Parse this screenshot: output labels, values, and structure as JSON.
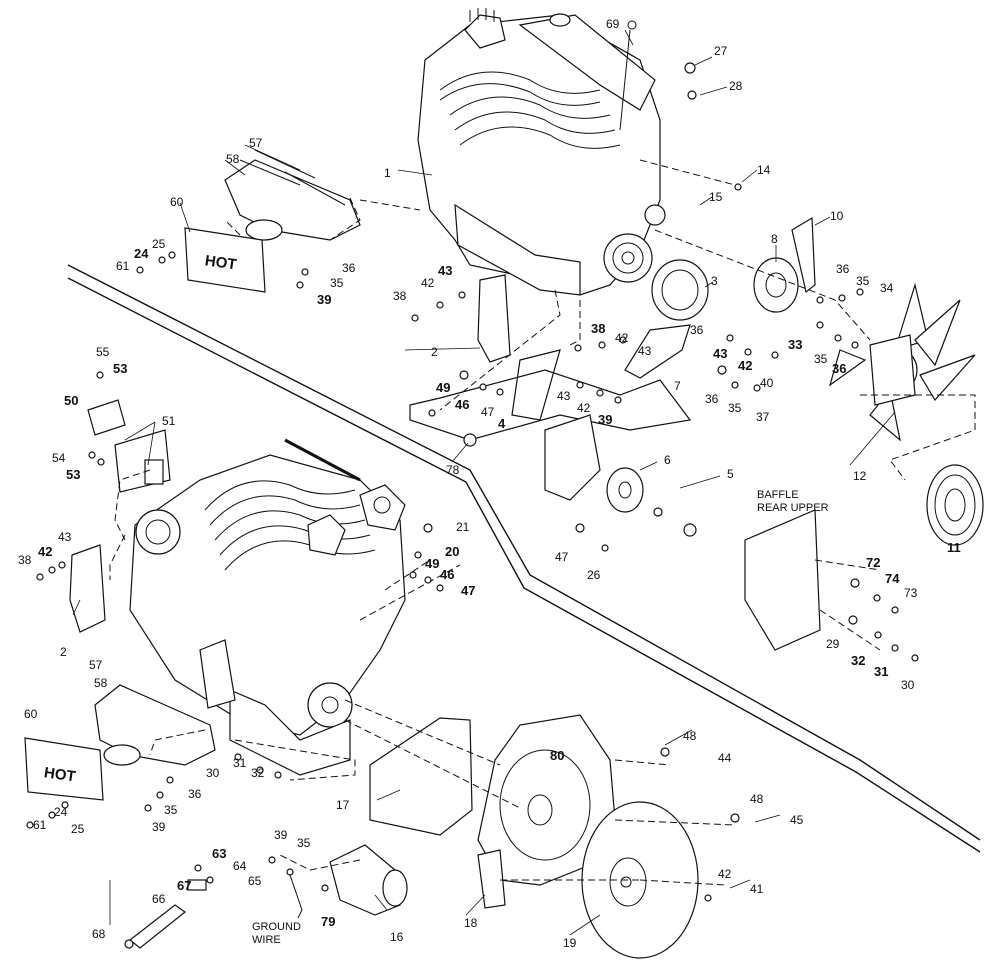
{
  "diagram": {
    "labels": {
      "baffle_line1": "BAFFLE",
      "baffle_line2": "REAR UPPER",
      "ground_line1": "GROUND",
      "ground_line2": "WIRE",
      "hot_upper": "HOT",
      "hot_lower": "HOT"
    },
    "callouts": [
      {
        "text": "69",
        "bold": false
      },
      {
        "text": "27",
        "bold": false
      },
      {
        "text": "28",
        "bold": false
      },
      {
        "text": "1",
        "bold": false
      },
      {
        "text": "14",
        "bold": false
      },
      {
        "text": "15",
        "bold": false
      },
      {
        "text": "10",
        "bold": false
      },
      {
        "text": "8",
        "bold": false
      },
      {
        "text": "3",
        "bold": false
      },
      {
        "text": "57",
        "bold": false
      },
      {
        "text": "58",
        "bold": false
      },
      {
        "text": "60",
        "bold": false
      },
      {
        "text": "25",
        "bold": false
      },
      {
        "text": "24",
        "bold": true
      },
      {
        "text": "61",
        "bold": false
      },
      {
        "text": "36",
        "bold": false
      },
      {
        "text": "35",
        "bold": false
      },
      {
        "text": "39",
        "bold": true
      },
      {
        "text": "43",
        "bold": true
      },
      {
        "text": "42",
        "bold": false
      },
      {
        "text": "38",
        "bold": false
      },
      {
        "text": "2",
        "bold": false
      },
      {
        "text": "38",
        "bold": true
      },
      {
        "text": "42",
        "bold": false
      },
      {
        "text": "43",
        "bold": false
      },
      {
        "text": "36",
        "bold": false
      },
      {
        "text": "7",
        "bold": false
      },
      {
        "text": "43",
        "bold": true
      },
      {
        "text": "42",
        "bold": true
      },
      {
        "text": "40",
        "bold": false
      },
      {
        "text": "36",
        "bold": false
      },
      {
        "text": "35",
        "bold": false
      },
      {
        "text": "37",
        "bold": false
      },
      {
        "text": "36",
        "bold": false
      },
      {
        "text": "35",
        "bold": false
      },
      {
        "text": "34",
        "bold": false
      },
      {
        "text": "33",
        "bold": true
      },
      {
        "text": "35",
        "bold": false
      },
      {
        "text": "36",
        "bold": true
      },
      {
        "text": "12",
        "bold": false
      },
      {
        "text": "11",
        "bold": true
      },
      {
        "text": "55",
        "bold": false
      },
      {
        "text": "53",
        "bold": true
      },
      {
        "text": "50",
        "bold": true
      },
      {
        "text": "51",
        "bold": false
      },
      {
        "text": "54",
        "bold": false
      },
      {
        "text": "53",
        "bold": true
      },
      {
        "text": "49",
        "bold": true
      },
      {
        "text": "46",
        "bold": true
      },
      {
        "text": "47",
        "bold": false
      },
      {
        "text": "4",
        "bold": true
      },
      {
        "text": "43",
        "bold": false
      },
      {
        "text": "42",
        "bold": false
      },
      {
        "text": "39",
        "bold": true
      },
      {
        "text": "78",
        "bold": false
      },
      {
        "text": "6",
        "bold": false
      },
      {
        "text": "5",
        "bold": false
      },
      {
        "text": "47",
        "bold": false
      },
      {
        "text": "26",
        "bold": false
      },
      {
        "text": "21",
        "bold": false
      },
      {
        "text": "20",
        "bold": true
      },
      {
        "text": "49",
        "bold": true
      },
      {
        "text": "46",
        "bold": true
      },
      {
        "text": "47",
        "bold": true
      },
      {
        "text": "72",
        "bold": true
      },
      {
        "text": "74",
        "bold": true
      },
      {
        "text": "73",
        "bold": false
      },
      {
        "text": "29",
        "bold": false
      },
      {
        "text": "32",
        "bold": true
      },
      {
        "text": "31",
        "bold": true
      },
      {
        "text": "30",
        "bold": false
      },
      {
        "text": "38",
        "bold": false
      },
      {
        "text": "42",
        "bold": true
      },
      {
        "text": "43",
        "bold": false
      },
      {
        "text": "2",
        "bold": false
      },
      {
        "text": "57",
        "bold": false
      },
      {
        "text": "58",
        "bold": false
      },
      {
        "text": "60",
        "bold": false
      },
      {
        "text": "61",
        "bold": false
      },
      {
        "text": "24",
        "bold": false
      },
      {
        "text": "25",
        "bold": false
      },
      {
        "text": "35",
        "bold": false
      },
      {
        "text": "36",
        "bold": false
      },
      {
        "text": "39",
        "bold": false
      },
      {
        "text": "30",
        "bold": false
      },
      {
        "text": "31",
        "bold": false
      },
      {
        "text": "32",
        "bold": false
      },
      {
        "text": "17",
        "bold": false
      },
      {
        "text": "48",
        "bold": false
      },
      {
        "text": "44",
        "bold": false
      },
      {
        "text": "80",
        "bold": true
      },
      {
        "text": "48",
        "bold": false
      },
      {
        "text": "45",
        "bold": false
      },
      {
        "text": "39",
        "bold": false
      },
      {
        "text": "35",
        "bold": false
      },
      {
        "text": "63",
        "bold": true
      },
      {
        "text": "64",
        "bold": false
      },
      {
        "text": "67",
        "bold": true
      },
      {
        "text": "65",
        "bold": false
      },
      {
        "text": "66",
        "bold": false
      },
      {
        "text": "68",
        "bold": false
      },
      {
        "text": "79",
        "bold": true
      },
      {
        "text": "16",
        "bold": false
      },
      {
        "text": "18",
        "bold": false
      },
      {
        "text": "42",
        "bold": false
      },
      {
        "text": "41",
        "bold": false
      },
      {
        "text": "19",
        "bold": false
      }
    ]
  }
}
